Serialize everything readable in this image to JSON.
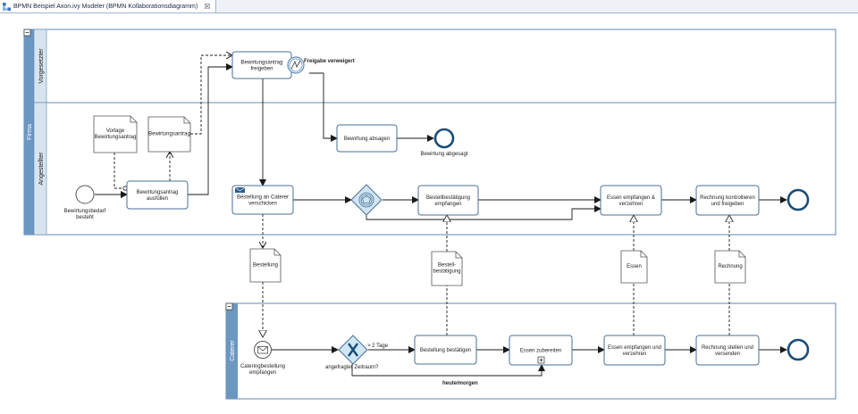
{
  "tab": {
    "title": "BPMN Beispiel Axon.ivy Modeler (BPMN Kollaborationsdiagramm)",
    "close": "☒"
  },
  "pools": {
    "firma": "Firma",
    "caterer": "Caterer"
  },
  "lanes": {
    "vorgesetzter": "Vorgesetzter",
    "angestellter": "Angestellter"
  },
  "tasks": {
    "freigeben": [
      "Bewirtungsantrag",
      "freigeben"
    ],
    "absagen": [
      "Bewirtung absagen"
    ],
    "ausfuellen": [
      "Bewirtungsantrag",
      "ausfüllen"
    ],
    "verschicken": [
      "Bestellung an Caterer",
      "verschicken"
    ],
    "bestaetigung_empfangen": [
      "Bestellbestätigung",
      "empfangen"
    ],
    "essen_firma": [
      "Essen empfangen &",
      "verzehren"
    ],
    "rechnung_kontrollieren": [
      "Rechnung kontrollieren",
      "und freigeben"
    ],
    "bestellung_bestaetigen": [
      "Bestellung bestätigen"
    ],
    "essen_zubereiten": [
      "Essen zubereiten"
    ],
    "essen_caterer": [
      "Essen empfangen und",
      "verzehren"
    ],
    "rechnung_stellen": [
      "Rechnung stellen und",
      "versenden"
    ]
  },
  "data_objects": {
    "vorlage": [
      "Vorlage",
      "Bewirtungsantrag"
    ],
    "antrag": [
      "Bewirtungsantrag"
    ],
    "bestellung": [
      "Bestellung"
    ],
    "bestellbestaetigung": [
      "Bestell-",
      "bestätigung"
    ],
    "essen": [
      "Essen"
    ],
    "rechnung": [
      "Rechnung"
    ]
  },
  "events": {
    "start_firma": [
      "Bewirtungsbedarf",
      "besteht"
    ],
    "end_abgesagt": [
      "Bewirtung abgesagt"
    ],
    "start_caterer": [
      "Cateringbestellung",
      "empfangen"
    ]
  },
  "labels": {
    "freigabe_verweigert": "Freigabe verweigert",
    "mehr_als_2_tage": "> 2 Tage",
    "gateway_frage": "angefragter Zeitraum?",
    "heute_morgen": "heute/morgen"
  },
  "colors": {
    "lane_header": "#7ba4c8",
    "pool_header": "#6b97c0",
    "task_fill": "#ffffff",
    "task_border": "#4a6f94",
    "gateway_fill": "#cfe6f3",
    "event_border": "#1a4d7a",
    "edge": "#1a1a1a"
  }
}
